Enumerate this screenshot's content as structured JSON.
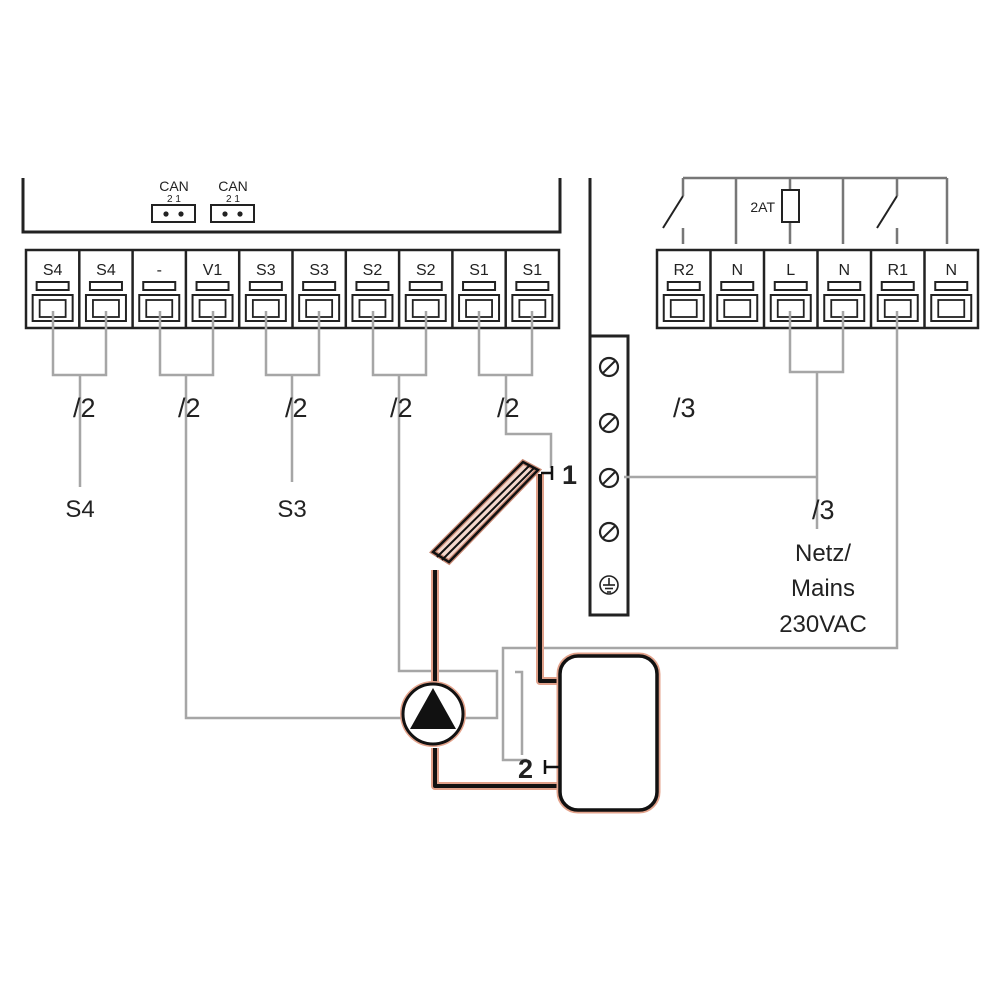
{
  "can_connectors": [
    {
      "label": "CAN",
      "pins": "2  1"
    },
    {
      "label": "CAN",
      "pins": "2  1"
    }
  ],
  "sensor_terminals": [
    "S4",
    "S4",
    "-",
    "V1",
    "S3",
    "S3",
    "S2",
    "S2",
    "S1",
    "S1"
  ],
  "relay_terminals": [
    "R2",
    "N",
    "L",
    "N",
    "R1",
    "N"
  ],
  "fuse_label": "2AT",
  "cable_marks": {
    "sensor_pairs": [
      "/2",
      "/2",
      "/2",
      "/2",
      "/2"
    ],
    "relay_side": "/3",
    "mains": "/3"
  },
  "sensor_labels": {
    "s4": "S4",
    "s3": "S3"
  },
  "mains_label": [
    "Netz/",
    "Mains",
    "230VAC"
  ],
  "sensor_points": {
    "collector": "1",
    "storage": "2"
  }
}
